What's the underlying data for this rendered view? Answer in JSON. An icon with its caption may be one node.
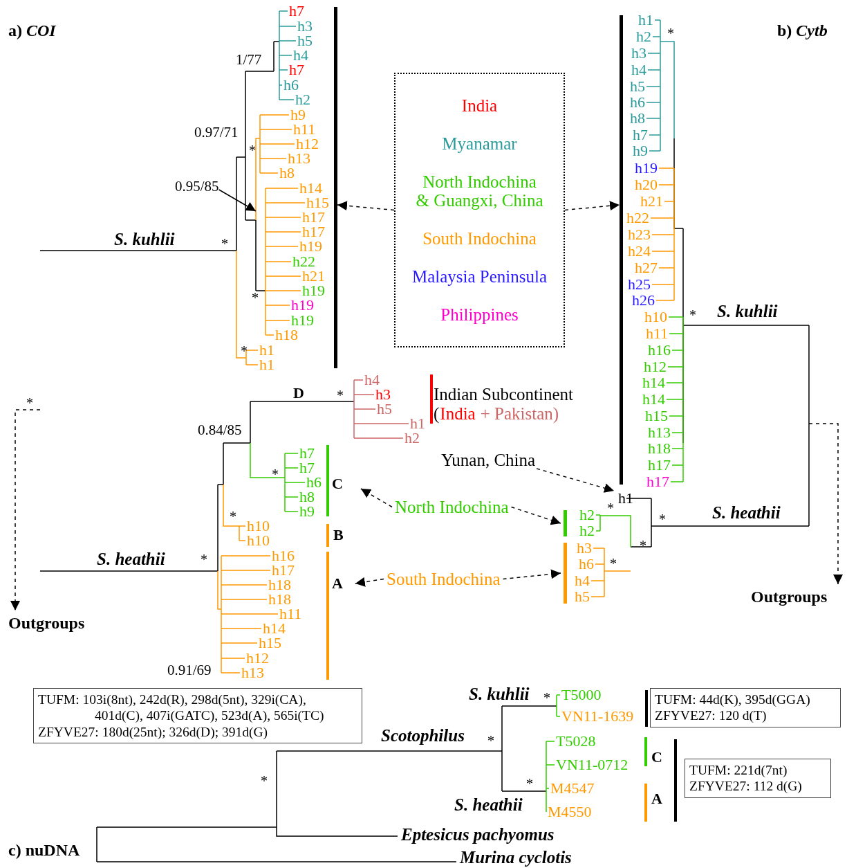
{
  "diagram": {
    "nodes": [
      {
        "text": [
          "India",
          "Myanamar",
          "North Indochina & Guangxi, China",
          "South Indochina",
          "Malaysia Peninsula",
          "Philippines"
        ]
      },
      {
        "text": [],
        "shape": "bar"
      },
      {
        "text": [],
        "shape": "bar"
      },
      {
        "text": [
          "Yunan, China"
        ]
      },
      {
        "text": [
          "h1"
        ]
      },
      {
        "text": [
          "North Indochina"
        ]
      },
      {
        "text": [
          "C"
        ]
      },
      {
        "text": [],
        "shape": "bar"
      },
      {
        "text": [
          "South Indochina"
        ]
      },
      {
        "text": [
          "A"
        ]
      },
      {
        "text": [],
        "shape": "bar"
      },
      {
        "text": [
          "Outgroups"
        ]
      },
      {
        "text": [
          "Outgroups"
        ]
      },
      {
        "text": [
          "0.95/85"
        ]
      },
      {
        "text": [
          "TUFM: 103i(8nt), 242d(R), 298d(5nt), 329i(CA), 401d(C), 407i(GATC), 523d(A), 565i(TC)",
          "ZFYVE27: 180d(25nt); 326d(D); 391d(G)"
        ]
      },
      {
        "text": [
          "TUFM: 44d(K), 395d(GGA)",
          "ZFYVE27: 120 d(T)"
        ]
      },
      {
        "text": [
          "TUFM: 221d(7nt)",
          "ZFYVE27: 112 d(G)"
        ]
      }
    ],
    "edges": [
      {
        "from": 0,
        "to": 1,
        "arrow": "to",
        "style": "dashed"
      },
      {
        "from": 0,
        "to": 2,
        "arrow": "to",
        "style": "dashed"
      },
      {
        "from": 3,
        "to": 4,
        "arrow": "to",
        "style": "dashed"
      },
      {
        "from": 5,
        "to": 6,
        "arrow": "to",
        "style": "dashed"
      },
      {
        "from": 5,
        "to": 7,
        "arrow": "to",
        "style": "dashed"
      },
      {
        "from": 8,
        "to": 9,
        "arrow": "to",
        "style": "dashed"
      },
      {
        "from": 8,
        "to": 10,
        "arrow": "to",
        "style": "dashed"
      },
      {
        "from": null,
        "to": 11,
        "arrow": "to",
        "style": "dashed"
      },
      {
        "from": null,
        "to": 12,
        "arrow": "to",
        "style": "dashed"
      },
      {
        "from": 13,
        "to": null,
        "arrow": "to"
      }
    ],
    "labels": [
      "a) *COI*",
      "b) *Cytb*",
      "1/77",
      "0.97/71",
      "*",
      "S. kuhlii",
      "*",
      "*",
      "*",
      "*",
      "h7",
      "h3",
      "h5",
      "h4",
      "h7",
      "h6",
      "h2",
      "h9",
      "h11",
      "h12",
      "h13",
      "h8",
      "h14",
      "h15",
      "h17",
      "h17",
      "h19",
      "h22",
      "h21",
      "h19",
      "h19",
      "h19",
      "h18",
      "h1",
      "h1",
      "D",
      "*",
      "h4",
      "h3",
      "h5",
      "h1",
      "h2",
      "Indian Subcontinent",
      "(",
      "India",
      "+ Pakistan)",
      "0.84/85",
      "*",
      "h7",
      "h7",
      "h6",
      "h8",
      "h9",
      "*",
      "h10",
      "h10",
      "B",
      "h16",
      "h17",
      "h18",
      "h18",
      "h11",
      "h14",
      "h15",
      "h12",
      "h13",
      "S. heathii",
      "*",
      "0.91/69",
      "h1",
      "h2",
      "h3",
      "h4",
      "h5",
      "h6",
      "h8",
      "h7",
      "h9",
      "h19",
      "h20",
      "h21",
      "h22",
      "h23",
      "h24",
      "h27",
      "h25",
      "h26",
      "h10",
      "h11",
      "h16",
      "h12",
      "h14",
      "h14",
      "h15",
      "h13",
      "h18",
      "h17",
      "h17",
      "*",
      "*",
      "S. kuhlii",
      "h2",
      "h2",
      "*",
      "h3",
      "h6",
      "h4",
      "h5",
      "*",
      "*",
      "*",
      "S. heathii",
      "S. kuhlii",
      "*",
      "T5000",
      "VN11-1639",
      "Scotophilus",
      "*",
      "T5028",
      "VN11-0712",
      "M4547",
      "M4550",
      "*",
      "S. heathii",
      "C",
      "A",
      "*",
      "Eptesicus pachyomus",
      "Murina cyclotis",
      "c) nuDNA"
    ]
  }
}
